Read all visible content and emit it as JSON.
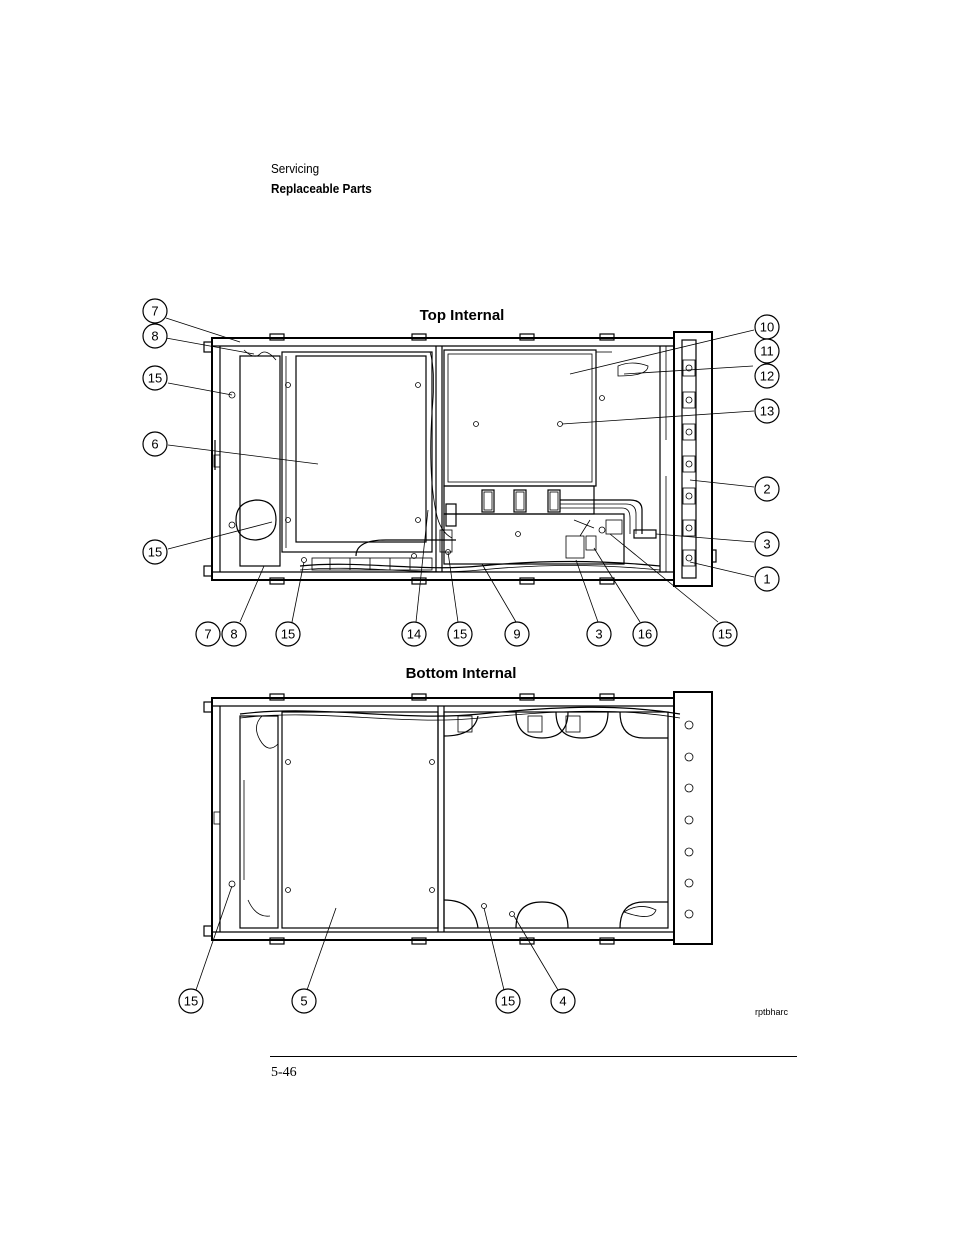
{
  "header": {
    "section": "Servicing",
    "subsection": "Replaceable Parts"
  },
  "figure": {
    "top_title": "Top Internal",
    "bottom_title": "Bottom Internal",
    "code": "rptbharc",
    "top_callouts": {
      "c7a": "7",
      "c8a": "8",
      "c15a": "15",
      "c6": "6",
      "c15b": "15",
      "c10": "10",
      "c11": "11",
      "c12": "12",
      "c13": "13",
      "c2": "2",
      "c3a": "3",
      "c1": "1",
      "c7b": "7",
      "c8b": "8",
      "c15c": "15",
      "c14": "14",
      "c15d": "15",
      "c9": "9",
      "c3b": "3",
      "c16": "16",
      "c15e": "15"
    },
    "bottom_callouts": {
      "c15f": "15",
      "c5": "5",
      "c15g": "15",
      "c4": "4"
    }
  },
  "footer": {
    "page_number": "5-46"
  }
}
